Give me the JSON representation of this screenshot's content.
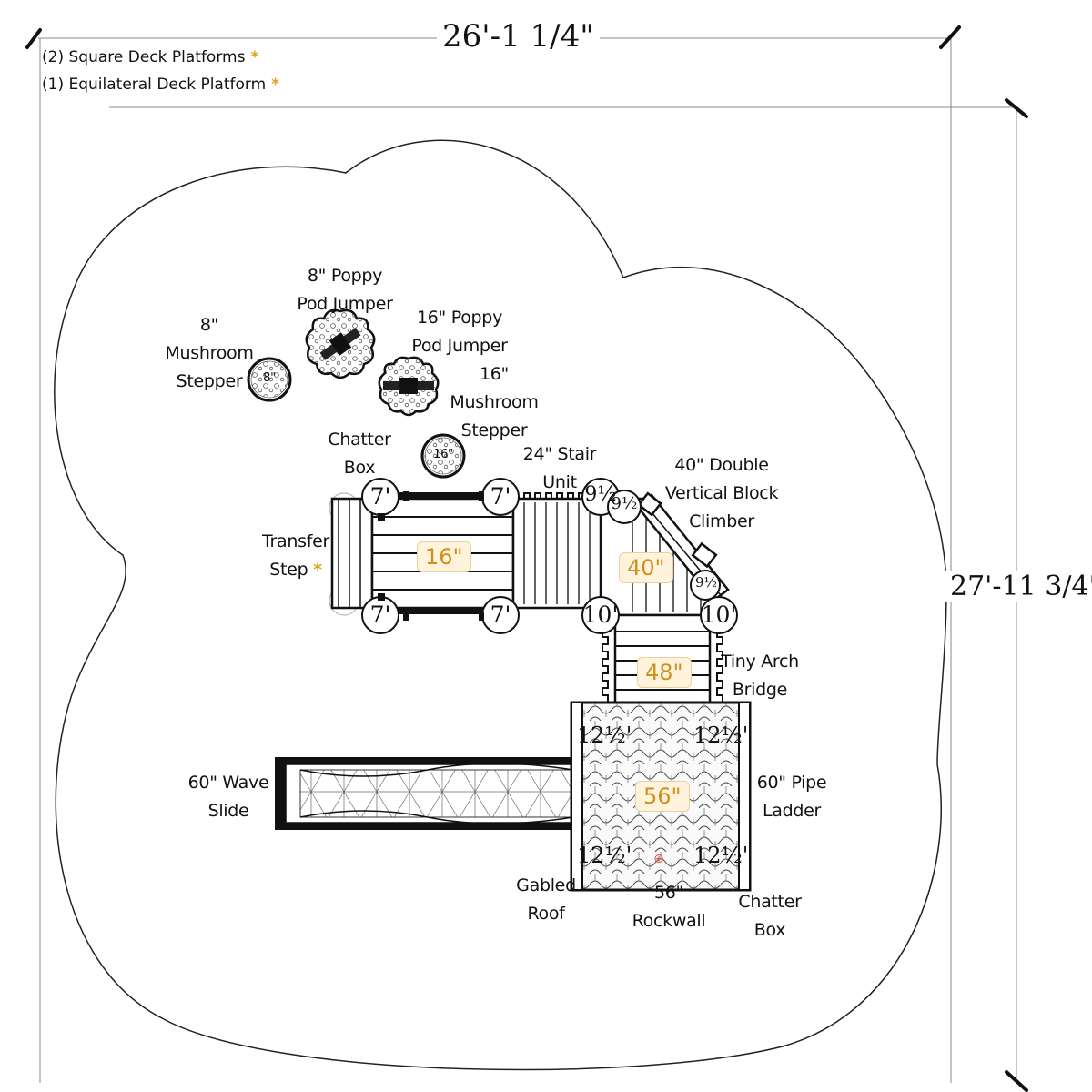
{
  "legend": {
    "items": [
      {
        "text": "(2) Square Deck Platforms",
        "marker": "*"
      },
      {
        "text": "(1) Equilateral Deck Platform",
        "marker": "*"
      }
    ]
  },
  "dimensions": {
    "width": "26'-1 1/4\"",
    "depth": "27'-11 3/4\""
  },
  "components": {
    "mushroom_8": [
      "8\"",
      "Mushroom",
      "Stepper"
    ],
    "mushroom_8_disc": "8\"",
    "poppy_8": [
      "8\" Poppy",
      "Pod Jumper"
    ],
    "poppy_16": [
      "16\" Poppy",
      "Pod Jumper"
    ],
    "mushroom_16": [
      "16\"",
      "Mushroom",
      "Stepper"
    ],
    "mushroom_16_disc": "16\"",
    "chatter_box_top": [
      "Chatter",
      "Box"
    ],
    "stair_unit": [
      "24\" Stair",
      "Unit"
    ],
    "block_climber": [
      "40\" Double",
      "Vertical Block",
      "Climber"
    ],
    "transfer_step": [
      "Transfer",
      "Step"
    ],
    "transfer_step_marker": "*",
    "tiny_arch_bridge": [
      "Tiny Arch",
      "Bridge"
    ],
    "wave_slide": [
      "60\" Wave",
      "Slide"
    ],
    "pipe_ladder": [
      "60\" Pipe",
      "Ladder"
    ],
    "gabled_roof": [
      "Gabled",
      "Roof"
    ],
    "rockwall": [
      "56\"",
      "Rockwall"
    ],
    "chatter_box_bottom": [
      "Chatter",
      "Box"
    ]
  },
  "deck_heights": {
    "deck_16": "16\"",
    "deck_40": "40\"",
    "deck_48": "48\"",
    "deck_56": "56\""
  },
  "post_heights": {
    "p7": "7'",
    "p10": "10'",
    "p9h": "9½",
    "p12h": "12½'"
  },
  "colors": {
    "accent": "#e0a020",
    "deck_label": "#d09020",
    "line": "#111111"
  }
}
